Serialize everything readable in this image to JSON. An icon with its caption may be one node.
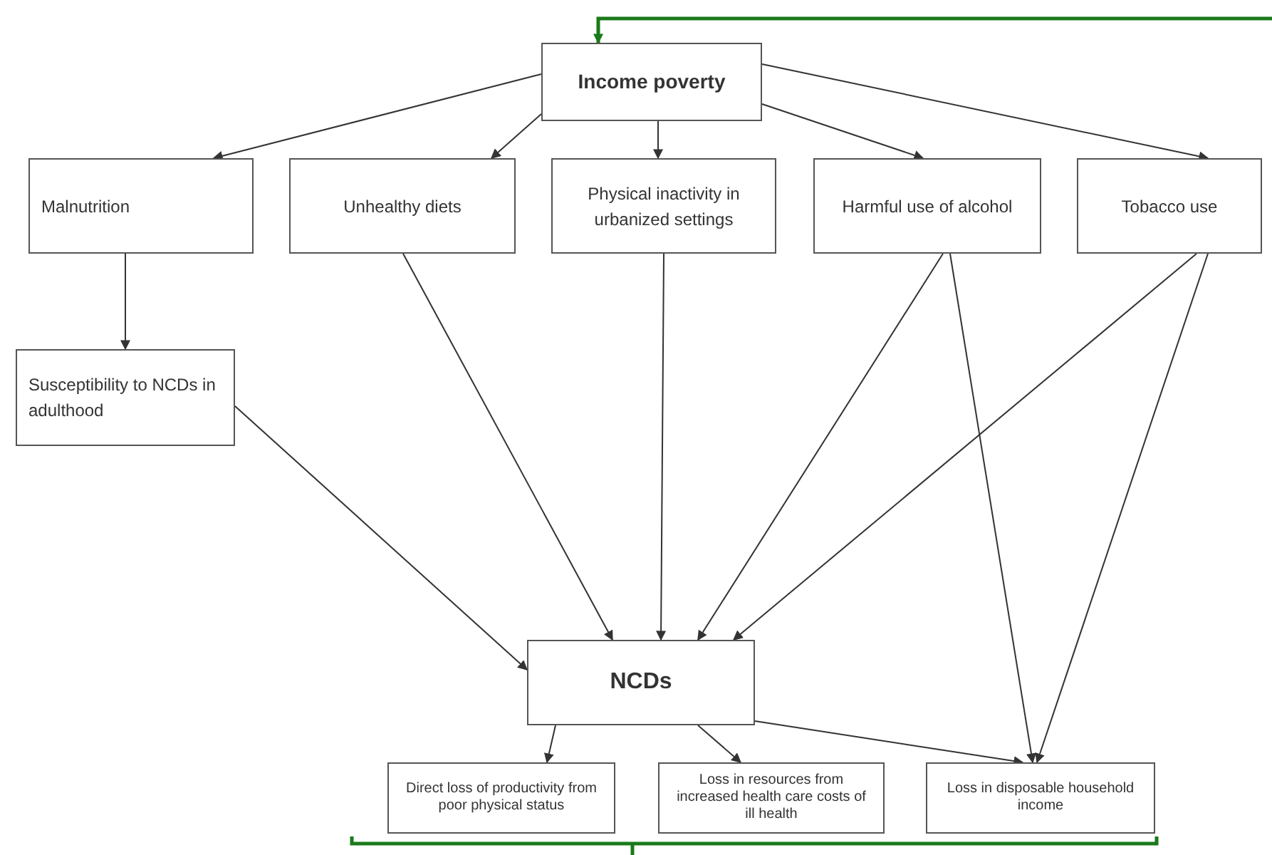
{
  "diagram": {
    "nodes": [
      {
        "text": [
          "Income poverty"
        ]
      },
      {
        "text": [
          "Malnutrition"
        ]
      },
      {
        "text": [
          "Unhealthy diets"
        ]
      },
      {
        "text": [
          "Physical inactivity in urbanized settings"
        ]
      },
      {
        "text": [
          "Harmful use of alcohol"
        ]
      },
      {
        "text": [
          "Tobacco use"
        ]
      },
      {
        "text": [
          "Susceptibility to NCDs in adulthood"
        ]
      },
      {
        "text": [
          "NCDs"
        ]
      },
      {
        "text": [
          "Direct loss of productivity from poor physical status"
        ]
      },
      {
        "text": [
          "Loss in resources from increased health care costs of ill health"
        ]
      },
      {
        "text": [
          "Loss in disposable household income"
        ]
      }
    ],
    "edges": [
      {
        "from": 0,
        "to": 1,
        "arrow": "to"
      },
      {
        "from": 0,
        "to": 2,
        "arrow": "to"
      },
      {
        "from": 0,
        "to": 3,
        "arrow": "to"
      },
      {
        "from": 0,
        "to": 4,
        "arrow": "to"
      },
      {
        "from": 0,
        "to": 5,
        "arrow": "to"
      },
      {
        "from": 1,
        "to": 6,
        "arrow": "to"
      },
      {
        "from": 6,
        "to": 7,
        "arrow": "to"
      },
      {
        "from": 2,
        "to": 7,
        "arrow": "to"
      },
      {
        "from": 3,
        "to": 7,
        "arrow": "to"
      },
      {
        "from": 4,
        "to": 7,
        "arrow": "to"
      },
      {
        "from": 5,
        "to": 7,
        "arrow": "to"
      },
      {
        "from": 4,
        "to": 10,
        "arrow": "to"
      },
      {
        "from": 5,
        "to": 10,
        "arrow": "to"
      },
      {
        "from": 7,
        "to": 8,
        "arrow": "to"
      },
      {
        "from": 7,
        "to": 9,
        "arrow": "to"
      },
      {
        "from": 7,
        "to": 10,
        "arrow": "to"
      },
      {
        "from": null,
        "to": 0,
        "arrow": "to",
        "style": "thick",
        "color": "#1a7a1a"
      }
    ]
  }
}
